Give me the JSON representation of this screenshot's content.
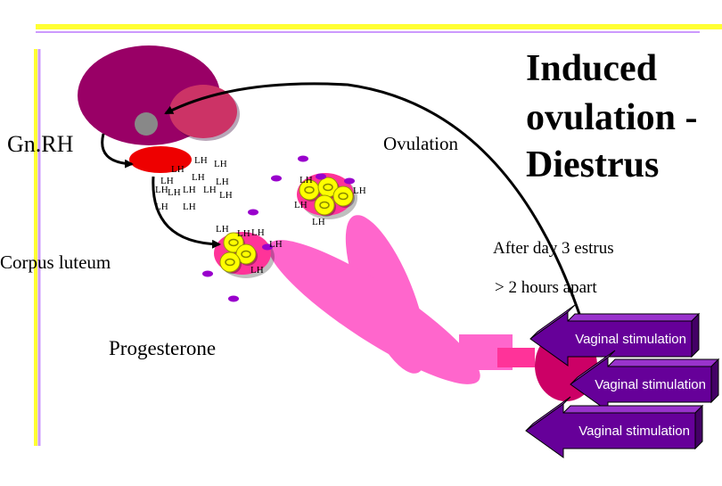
{
  "title_lines": [
    "Induced",
    "ovulation -",
    "Diestrus"
  ],
  "labels": {
    "gnrh": "Gn.RH",
    "ovulation": "Ovulation",
    "corpus_luteum": "Corpus luteum",
    "progesterone": "Progesterone",
    "after_estrus": "After day 3 estrus",
    "hours_apart": "> 2 hours apart"
  },
  "lh_token": "LH",
  "stimulation_arrows": [
    {
      "label": "Vaginal stimulation"
    },
    {
      "label": "Vaginal stimulation"
    },
    {
      "label": "Vaginal stimulation"
    }
  ],
  "colors": {
    "frame_yellow": "#ffff33",
    "frame_lilac": "#cc99ff",
    "brain": "#990066",
    "pituitary_anterior": "#cc3366",
    "hypothalamus_gray": "#888888",
    "gnrh_red": "#ee0000",
    "ovary_pink": "#ff3399",
    "tract_pink": "#ff66cc",
    "follicle_yellow": "#ffff00",
    "lh_dot": "#9900cc",
    "arrow_face": "#660099",
    "arrow_top": "#9933cc",
    "arrow_text": "#ffffff"
  }
}
